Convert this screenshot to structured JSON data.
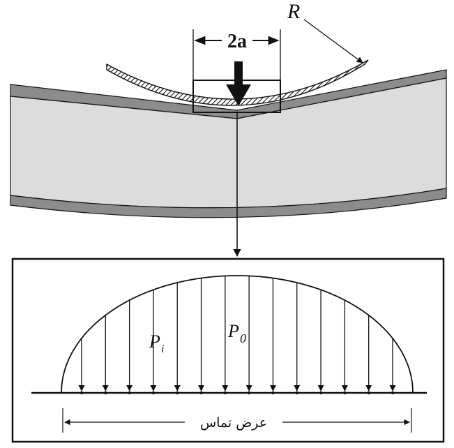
{
  "labels": {
    "radius": "R",
    "contact_width_top": "2a",
    "pressure_i": "P",
    "pressure_i_sub": "i",
    "pressure_0": "P",
    "pressure_0_sub": "0",
    "contact_width_bottom": "عرض تماس"
  },
  "pressure_distribution": {
    "shape": "semi-ellipse",
    "arrow_count": 14
  },
  "colors": {
    "line": "#111111",
    "layer_core": "#dcdcdc",
    "layer_skin": "#8c8c8c",
    "background": "#ffffff"
  }
}
